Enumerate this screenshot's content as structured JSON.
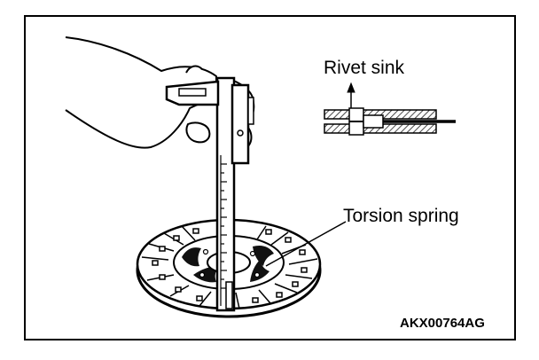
{
  "labels": {
    "rivet_sink": "Rivet sink",
    "torsion_spring": "Torsion spring",
    "figure_code": "AKX00764AG"
  },
  "colors": {
    "ink": "#000000",
    "paper": "#ffffff"
  }
}
